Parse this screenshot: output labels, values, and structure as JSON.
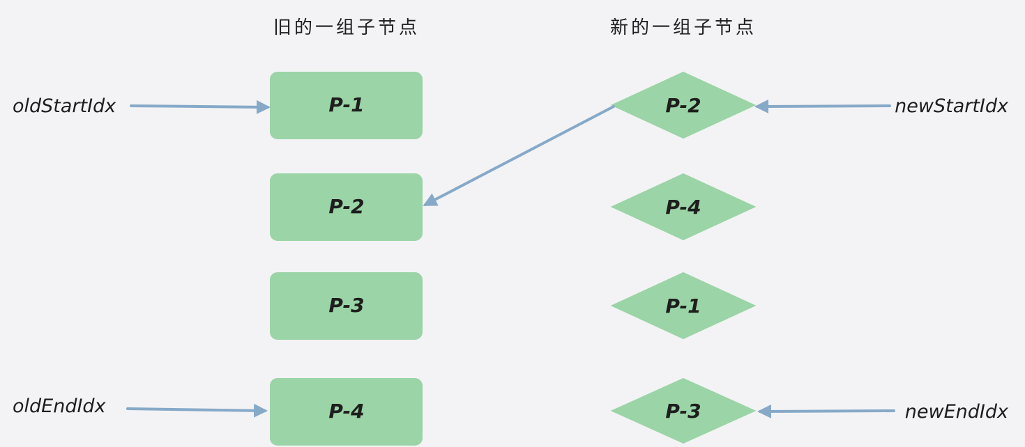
{
  "titles": {
    "old": "旧的一组子节点",
    "new": "新的一组子节点"
  },
  "old_nodes": [
    {
      "label": "P-1"
    },
    {
      "label": "P-2"
    },
    {
      "label": "P-3"
    },
    {
      "label": "P-4"
    }
  ],
  "new_nodes": [
    {
      "label": "P-2"
    },
    {
      "label": "P-4"
    },
    {
      "label": "P-1"
    },
    {
      "label": "P-3"
    }
  ],
  "pointers": {
    "old_start": "oldStartIdx",
    "old_end": "oldEndIdx",
    "new_start": "newStartIdx",
    "new_end": "newEndIdx"
  },
  "colors": {
    "node_fill": "#9bd4a6",
    "arrow": "#86a9c8",
    "text": "#1e1e1e",
    "background": "#f3f3f5"
  }
}
